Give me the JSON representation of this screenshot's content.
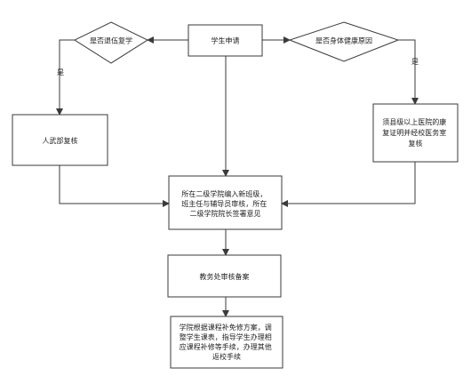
{
  "nodes": {
    "start": "学生申请",
    "decision_military": "是否退伍复学",
    "decision_health": "是否身体健康原因",
    "military_review": "人武部复核",
    "hospital_review": [
      "须县级以上医院的康",
      "复证明并经校医务室",
      "复核"
    ],
    "assign_class": [
      "所在二级学院编入新班级，",
      "班主任与辅导员审核，所在",
      "二级学院院长签署意见"
    ],
    "academic_affairs": "教务处审核备案",
    "college_plan": [
      "学院根据课程补免修方案，调",
      "整学生课表，指导学生办理相",
      "应课程补修等手续，办理其他",
      "返校手续"
    ]
  },
  "edge_labels": {
    "military_yes": "是",
    "health_yes": "是"
  },
  "colors": {
    "line": "#3a3a3a",
    "text": "#222222",
    "fill": "#ffffff"
  }
}
